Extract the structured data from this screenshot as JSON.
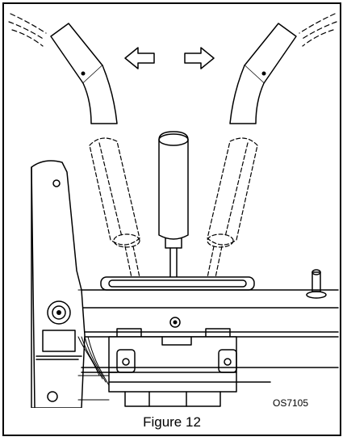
{
  "figure": {
    "code": "OS7105",
    "caption": "Figure 12"
  },
  "illustration": {
    "subject": "shifter lever with spray nozzles and lever range",
    "stroke_color": "#000000",
    "background": "#ffffff"
  }
}
